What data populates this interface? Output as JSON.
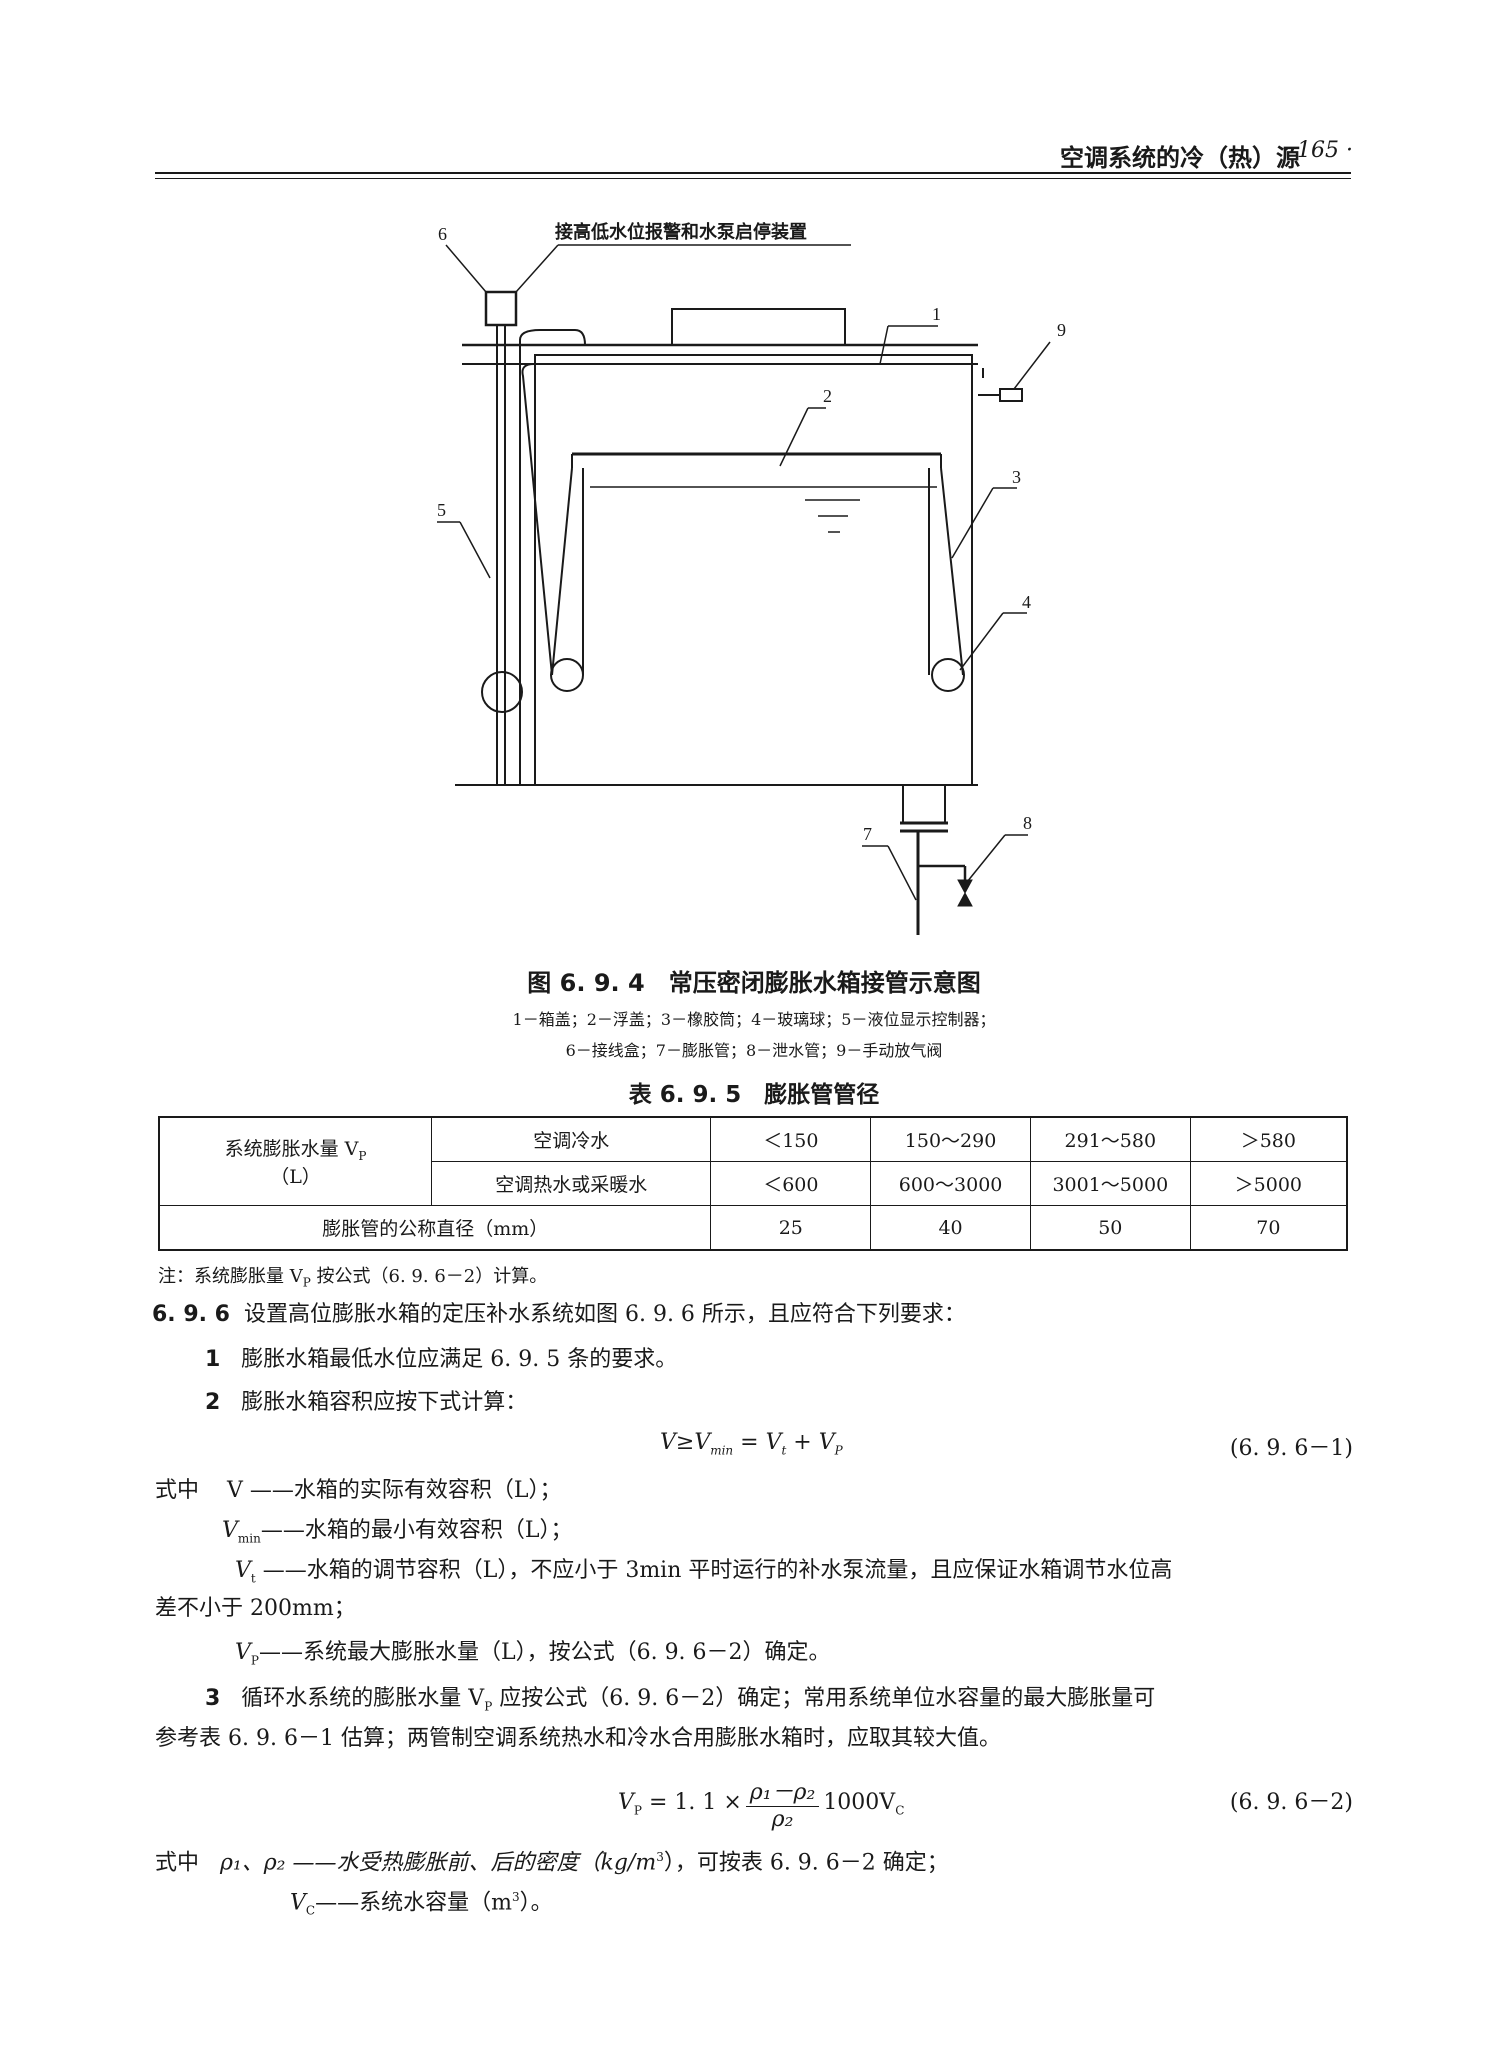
{
  "header": {
    "title": "空调系统的冷（热）源",
    "page": "· 165 ·"
  },
  "figure": {
    "top_label": "接高低水位报警和水泵启停装置",
    "callouts": [
      "1",
      "2",
      "3",
      "4",
      "5",
      "6",
      "7",
      "8",
      "9"
    ],
    "caption": "图 6. 9. 4　常压密闭膨胀水箱接管示意图",
    "legend_line1": "1－箱盖；2－浮盖；3－橡胶筒；4－玻璃球；5－液位显示控制器；",
    "legend_line2": "6－接线盒；7－膨胀管；8－泄水管；9－手动放气阀"
  },
  "table": {
    "caption": "表 6. 9. 5　膨胀管管径",
    "row_header": "系统膨胀水量 V",
    "row_header_sub": "P",
    "row_header_unit": "（L）",
    "rows": [
      {
        "label": "空调冷水",
        "values": [
          "＜150",
          "150～290",
          "291～580",
          "＞580"
        ]
      },
      {
        "label": "空调热水或采暖水",
        "values": [
          "＜600",
          "600～3000",
          "3001～5000",
          "＞5000"
        ]
      }
    ],
    "diameter_label": "膨胀管的公称直径（mm）",
    "diameters": [
      "25",
      "40",
      "50",
      "70"
    ],
    "note": "注：系统膨胀量 V",
    "note_sub": "P",
    "note_tail": " 按公式（6. 9. 6－2）计算。"
  },
  "section": {
    "number": "6. 9. 6",
    "text": "设置高位膨胀水箱的定压补水系统如图 6. 9. 6 所示，且应符合下列要求：",
    "item1_num": "1",
    "item1": "膨胀水箱最低水位应满足 6. 9. 5 条的要求。",
    "item2_num": "2",
    "item2": "膨胀水箱容积应按下式计算：",
    "formula1": "V≥V",
    "formula1_sub1": "min",
    "formula1_mid": " = V",
    "formula1_sub2": "t",
    "formula1_tail": " + V",
    "formula1_sub3": "P",
    "eq1": "(6. 9. 6－1)",
    "where": "式中",
    "def_v": "V ——水箱的实际有效容积（L）；",
    "def_vmin_sym": "V",
    "def_vmin_sub": "min",
    "def_vmin": "——水箱的最小有效容积（L）；",
    "def_vt_sym": "V",
    "def_vt_sub": "t",
    "def_vt": " ——水箱的调节容积（L），不应小于 3min 平时运行的补水泵流量，且应保证水箱调节水位高",
    "def_vt_cont": "差不小于 200mm；",
    "def_vp_sym": "V",
    "def_vp_sub": "P",
    "def_vp": "——系统最大膨胀水量（L），按公式（6. 9. 6－2）确定。",
    "item3_num": "3",
    "item3_a": "循环水系统的膨胀水量 V",
    "item3_sub": "P",
    "item3_b": " 应按公式（6. 9. 6－2）确定；常用系统单位水容量的最大膨胀量可",
    "item3_cont": "参考表 6. 9. 6－1 估算；两管制空调系统热水和冷水合用膨胀水箱时，应取其较大值。",
    "formula2_lhs": "V",
    "formula2_lhs_sub": "P",
    "formula2_eq": " = 1. 1 ×",
    "formula2_num": "ρ₁－ρ₂",
    "formula2_den": "ρ₂",
    "formula2_tail": "1000V",
    "formula2_tail_sub": "C",
    "eq2": "(6. 9. 6－2)",
    "def_rho": "ρ₁、ρ₂ ——水受热膨胀前、后的密度（kg/m",
    "def_rho_sup": "3",
    "def_rho_tail": "），可按表 6. 9. 6－2 确定；",
    "def_vc_sym": "V",
    "def_vc_sub": "C",
    "def_vc": "——系统水容量（m",
    "def_vc_sup": "3",
    "def_vc_tail": "）。"
  }
}
